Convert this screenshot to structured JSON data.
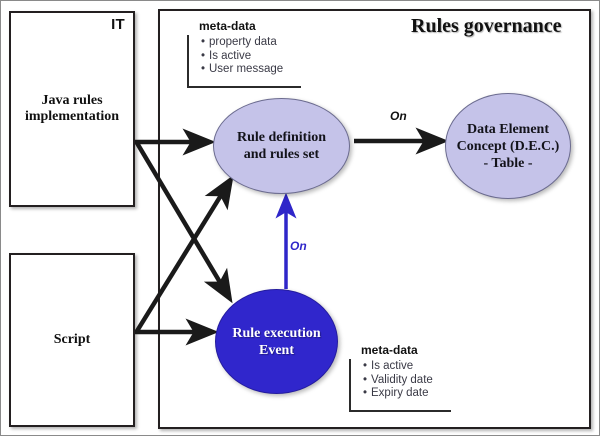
{
  "diagram": {
    "title": "Rules governance",
    "type": "flow-diagram"
  },
  "left_boxes": [
    {
      "corner_label": "IT",
      "center_label_line1": "Java rules",
      "center_label_line2": "implementation"
    },
    {
      "corner_label": "",
      "center_label_line1": "Script",
      "center_label_line2": ""
    }
  ],
  "nodes": {
    "rule_definition": {
      "line1": "Rule definition",
      "line2": "and rules set",
      "fill": "#c5c3e9",
      "text_color": "#13131a"
    },
    "data_element_concept": {
      "line1": "Data Element",
      "line2": "Concept (D.E.C.)",
      "line3": "- Table -",
      "fill": "#c5c3e9",
      "text_color": "#13131a"
    },
    "rule_execution": {
      "line1": "Rule execution",
      "line2": "Event",
      "fill": "#3026cc",
      "text_color": "#ffffff"
    }
  },
  "metadata_top": {
    "title": "meta-data",
    "items": [
      "property data",
      "Is active",
      "User message"
    ]
  },
  "metadata_bottom": {
    "title": "meta-data",
    "items": [
      "Is active",
      "Validity date",
      "Expiry date"
    ]
  },
  "edge_labels": {
    "on_to_dec": "On",
    "on_to_rule_definition": "On"
  },
  "colors": {
    "light_purple": "#c5c3e9",
    "dark_blue": "#3026cc",
    "arrow_black": "#1a1a1a",
    "arrow_blue": "#2f26c9",
    "border": "#231f20"
  }
}
